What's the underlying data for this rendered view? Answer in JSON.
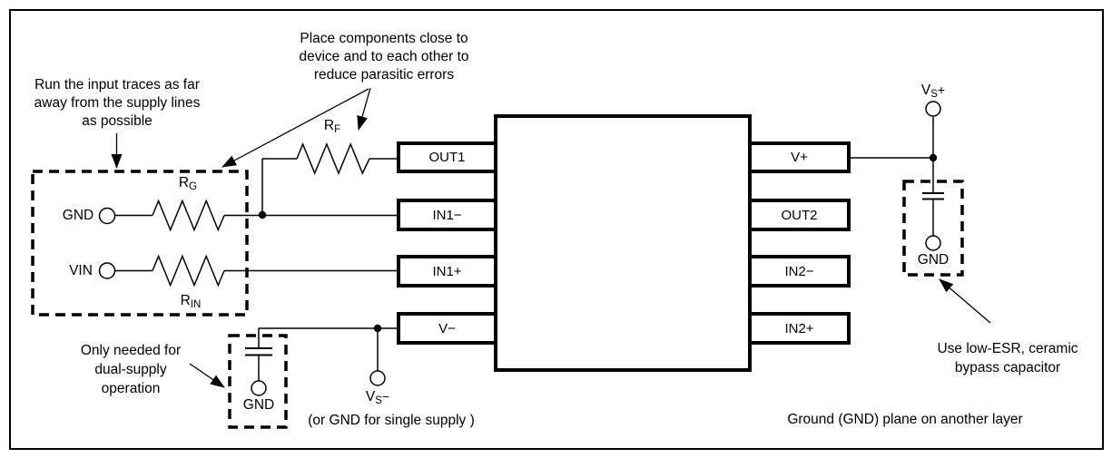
{
  "colors": {
    "ink": "#000000",
    "background": "#ffffff"
  },
  "notes": {
    "input_traces": {
      "line1": "Run the input traces as far",
      "line2": "away from the supply lines",
      "line3": "as possible"
    },
    "place_components": {
      "line1": "Place components close to",
      "line2": "device and to each other to",
      "line3": "reduce parasitic errors"
    },
    "dual_supply": {
      "line1": "Only needed for",
      "line2": "dual-supply",
      "line3": "operation"
    },
    "bypass_capacitor": {
      "line1": "Use low-ESR, ceramic",
      "line2": "bypass capacitor"
    },
    "single_supply": "(or GND for single supply )",
    "ground_plane": "Ground (GND) plane on another layer"
  },
  "ic": {
    "left_pins": [
      {
        "label": "OUT1"
      },
      {
        "label": "IN1−"
      },
      {
        "label": "IN1+"
      },
      {
        "label": "V−"
      }
    ],
    "right_pins": [
      {
        "label": "V+"
      },
      {
        "label": "OUT2"
      },
      {
        "label": "IN2−"
      },
      {
        "label": "IN2+"
      }
    ]
  },
  "components": {
    "rf": {
      "base": "R",
      "sub": "F"
    },
    "rg": {
      "base": "R",
      "sub": "G"
    },
    "rin": {
      "base": "R",
      "sub": "IN"
    },
    "vs_plus": {
      "base": "V",
      "sub": "S",
      "sign": "+"
    },
    "vs_minus": {
      "base": "V",
      "sub": "S",
      "sign": "−"
    }
  },
  "terminals": {
    "gnd_input": "GND",
    "vin": "VIN",
    "gnd_cap_left": "GND",
    "gnd_cap_right": "GND"
  }
}
